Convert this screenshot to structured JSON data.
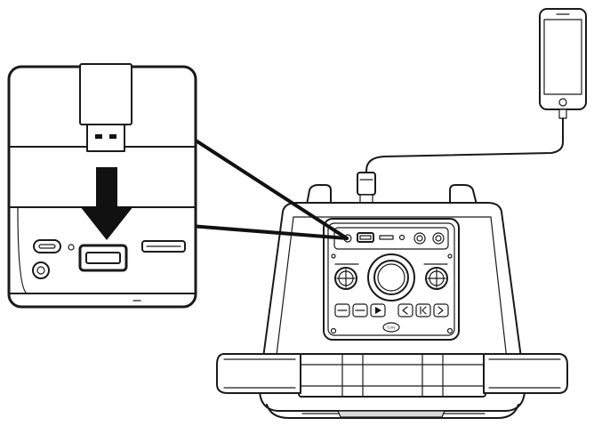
{
  "figure": {
    "type": "instructional-diagram",
    "subject": "usb-charging-connection",
    "icons": [
      "smartphone-icon",
      "usb-cable-icon",
      "usb-flash-drive-icon",
      "down-arrow-icon",
      "speaker-icon",
      "logo-icon"
    ]
  },
  "speaker": {
    "logo_text": "iLive"
  },
  "colors": {
    "line": "#1a1a1a",
    "arrow": "#111111",
    "background": "#ffffff"
  }
}
